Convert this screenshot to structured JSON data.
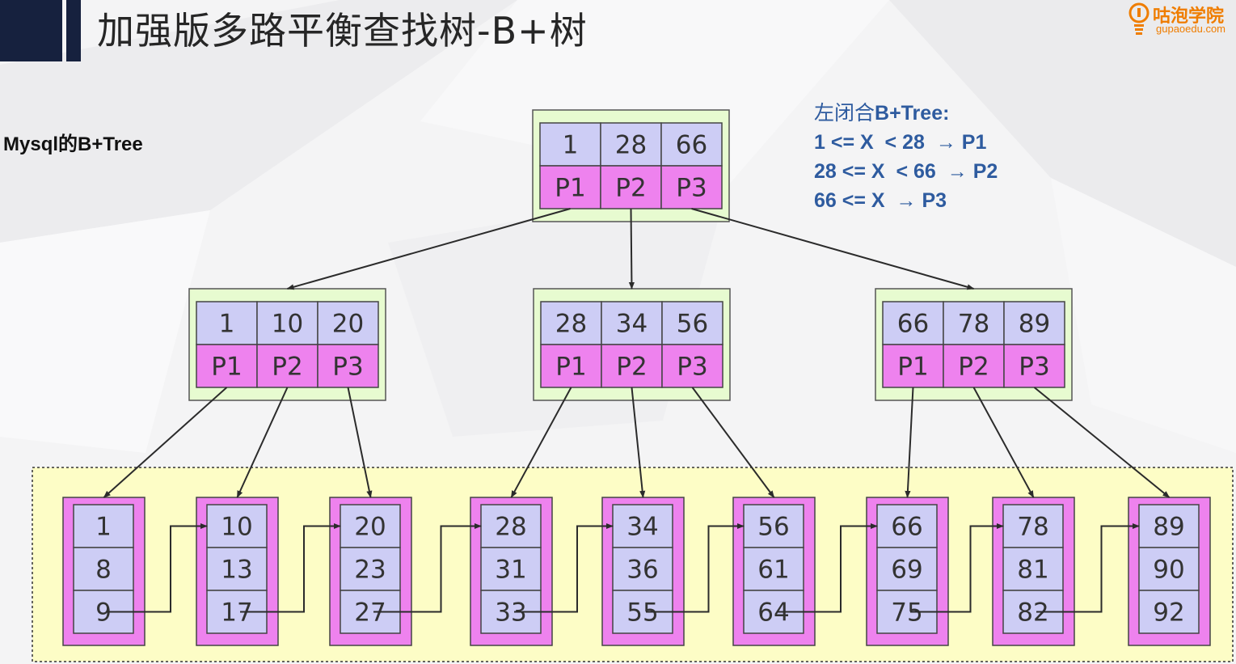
{
  "header": {
    "title": "加强版多路平衡查找树-B+树",
    "logo_name": "咕泡学院",
    "logo_url": "gupaoedu.com"
  },
  "subtitle": "Mysql的B+Tree",
  "rules": {
    "title_prefix": "左闭合",
    "title_suffix": "B+Tree:",
    "lines": [
      {
        "text": "1 <= X  < 28",
        "target": "P1"
      },
      {
        "text": "28 <= X  < 66",
        "target": "P2"
      },
      {
        "text": "66 <= X",
        "target": "P3"
      }
    ]
  },
  "colors": {
    "key_cell": "#cdcdf5",
    "pointer_cell": "#ee82ee",
    "node_border": "#e7fbd0",
    "leaf_border": "#ee82ee",
    "leaf_region": "#fdfdc6",
    "rules_text": "#2e5b9f",
    "logo": "#ef7d00"
  },
  "tree": {
    "root": {
      "keys": [
        "1",
        "28",
        "66"
      ],
      "pointers": [
        "P1",
        "P2",
        "P3"
      ]
    },
    "internal": [
      {
        "keys": [
          "1",
          "10",
          "20"
        ],
        "pointers": [
          "P1",
          "P2",
          "P3"
        ]
      },
      {
        "keys": [
          "28",
          "34",
          "56"
        ],
        "pointers": [
          "P1",
          "P2",
          "P3"
        ]
      },
      {
        "keys": [
          "66",
          "78",
          "89"
        ],
        "pointers": [
          "P1",
          "P2",
          "P3"
        ]
      }
    ],
    "leaves": [
      [
        "1",
        "8",
        "9"
      ],
      [
        "10",
        "13",
        "17"
      ],
      [
        "20",
        "23",
        "27"
      ],
      [
        "28",
        "31",
        "33"
      ],
      [
        "34",
        "36",
        "55"
      ],
      [
        "56",
        "61",
        "64"
      ],
      [
        "66",
        "69",
        "75"
      ],
      [
        "78",
        "81",
        "82"
      ],
      [
        "89",
        "90",
        "92"
      ]
    ]
  }
}
